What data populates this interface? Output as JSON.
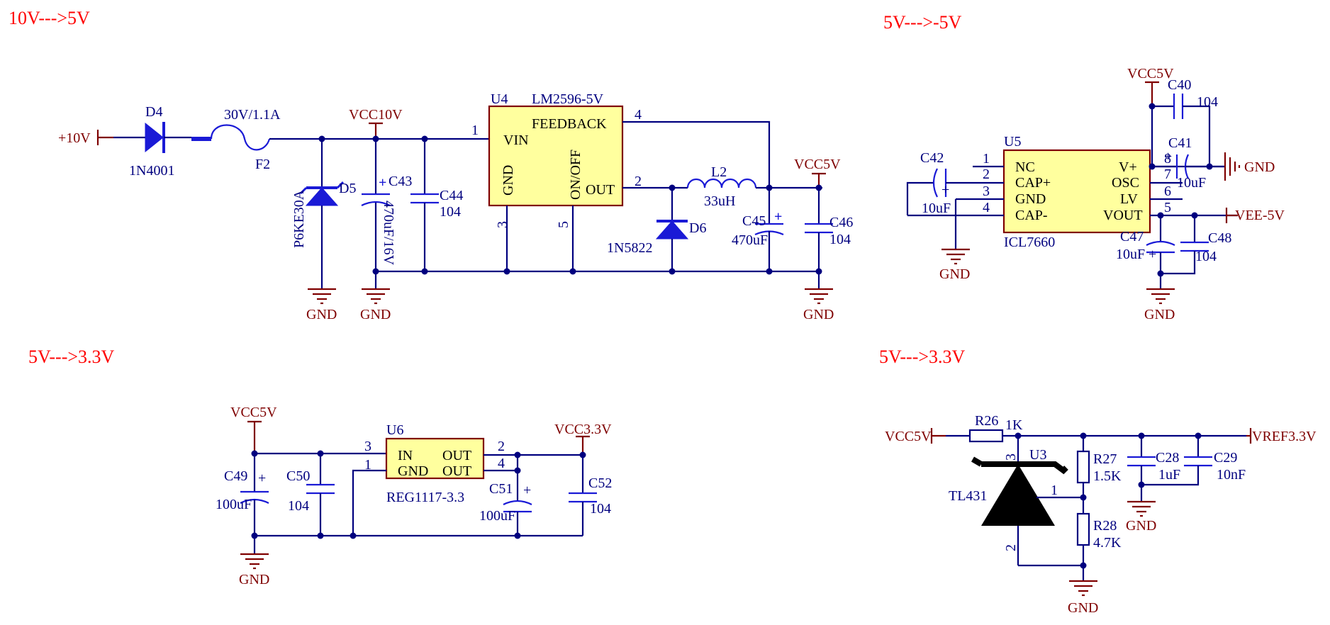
{
  "sections": [
    {
      "title": "10V--->5V"
    },
    {
      "title": "5V--->-5V"
    },
    {
      "title": "5V--->3.3V"
    },
    {
      "title": "5V--->3.3V"
    }
  ],
  "nets": {
    "plus10v": "+10V",
    "vcc10v": "VCC10V",
    "vcc5v": "VCC5V",
    "vee": "VEE-5V",
    "vcc33": "VCC3.3V",
    "vref": "VREF3.3V",
    "gnd": "GND"
  },
  "s1": {
    "d4_ref": "D4",
    "d4_val": "1N4001",
    "f2_ref": "F2",
    "f2_val": "30V/1.1A",
    "d5_ref": "D5",
    "d5_val": "P6KE30A",
    "c43_ref": "C43",
    "c43_val": "470uF/16V",
    "c44_ref": "C44",
    "c44_val": "104",
    "u4_ref": "U4",
    "u4_val": "LM2596-5V",
    "u4_pins": {
      "vin": "VIN",
      "feedback": "FEEDBACK",
      "gnd": "GND",
      "onoff": "ON/OFF",
      "out": "OUT"
    },
    "u4_nums": {
      "p1": "1",
      "p2": "2",
      "p3": "3",
      "p4": "4",
      "p5": "5"
    },
    "l2_ref": "L2",
    "l2_val": "33uH",
    "d6_ref": "D6",
    "d6_val": "1N5822",
    "c45_ref": "C45",
    "c45_val": "470uF",
    "c46_ref": "C46",
    "c46_val": "104"
  },
  "s2": {
    "u5_ref": "U5",
    "u5_val": "ICL7660",
    "pins_left": [
      "NC",
      "CAP+",
      "GND",
      "CAP-"
    ],
    "pins_right": [
      "V+",
      "OSC",
      "LV",
      "VOUT"
    ],
    "nums_left": [
      "1",
      "2",
      "3",
      "4"
    ],
    "nums_right": [
      "8",
      "7",
      "6",
      "5"
    ],
    "c40_ref": "C40",
    "c40_val": "104",
    "c41_ref": "C41",
    "c41_val": "10uF",
    "c42_ref": "C42",
    "c42_val": "10uF",
    "c47_ref": "C47",
    "c47_val": "10uF",
    "c48_ref": "C48",
    "c48_val": "104"
  },
  "s3": {
    "u6_ref": "U6",
    "u6_val": "REG1117-3.3",
    "pins": {
      "in": "IN",
      "gnd": "GND",
      "out1": "OUT",
      "out2": "OUT"
    },
    "nums": {
      "p3": "3",
      "p1": "1",
      "p2": "2",
      "p4": "4"
    },
    "c49_ref": "C49",
    "c49_val": "100uF",
    "c50_ref": "C50",
    "c50_val": "104",
    "c51_ref": "C51",
    "c51_val": "100uF",
    "c52_ref": "C52",
    "c52_val": "104"
  },
  "s4": {
    "r26_ref": "R26",
    "r26_val": "1K",
    "u3_ref": "U3",
    "u3_val": "TL431",
    "u3_nums": {
      "p3": "3",
      "p1": "1",
      "p2": "2"
    },
    "r27_ref": "R27",
    "r27_val": "1.5K",
    "r28_ref": "R28",
    "r28_val": "4.7K",
    "c28_ref": "C28",
    "c28_val": "1uF",
    "c29_ref": "C29",
    "c29_val": "10nF"
  },
  "plus_sign": "+"
}
